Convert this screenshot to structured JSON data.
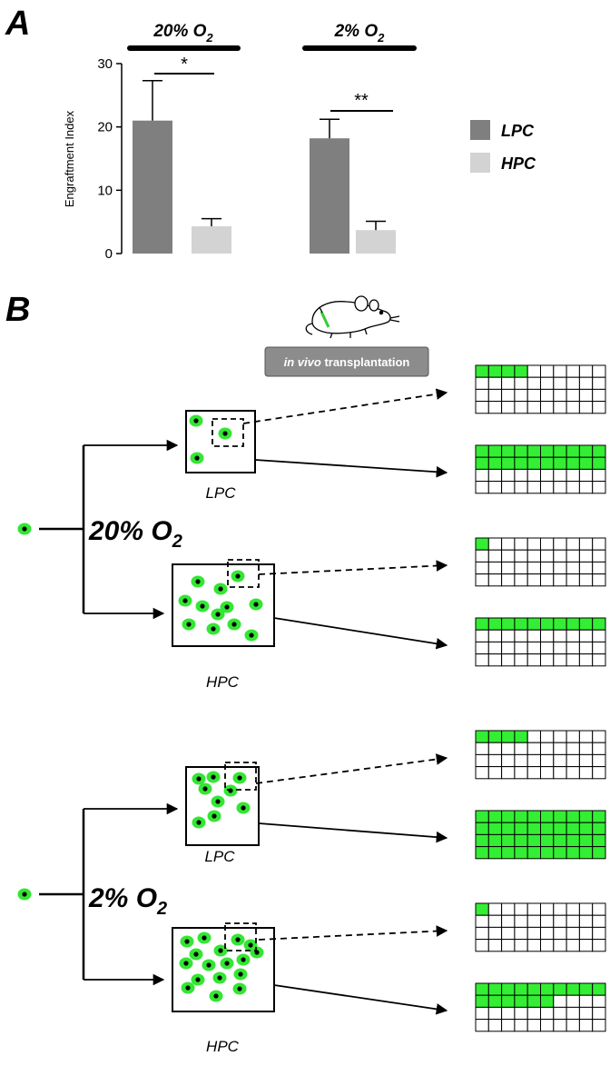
{
  "panels": {
    "a": "A",
    "b": "B"
  },
  "chart_data": {
    "type": "bar",
    "ylabel": "Engraftment Index",
    "ylim": [
      0,
      30
    ],
    "yticks": [
      0,
      10,
      20,
      30
    ],
    "groups": [
      {
        "label": "20% O",
        "subscript": "2",
        "significance": "*"
      },
      {
        "label": "2% O",
        "subscript": "2",
        "significance": "**"
      }
    ],
    "series": [
      {
        "name": "LPC",
        "color": "#7f7f7f",
        "values": [
          21.0,
          18.2
        ],
        "errors": [
          6.3,
          3.0
        ]
      },
      {
        "name": "HPC",
        "color": "#d3d3d3",
        "values": [
          4.3,
          3.7
        ],
        "errors": [
          1.2,
          1.4
        ]
      }
    ]
  },
  "diagram": {
    "transplant_prefix": "in vivo",
    "transplant_suffix": " transplantation",
    "colors": {
      "cell": "#33e633",
      "nucleus": "#000000",
      "grid_fill": "#33ee33",
      "grid_line": "#000000"
    },
    "conditions": [
      {
        "label": "20% O",
        "subscript": "2",
        "populations": [
          {
            "label": "LPC",
            "cell_count": 3,
            "grids": [
              {
                "filled": 4
              },
              {
                "filled": 20
              }
            ]
          },
          {
            "label": "HPC",
            "cell_count": 12,
            "grids": [
              {
                "filled": 1
              },
              {
                "filled": 10
              }
            ]
          }
        ]
      },
      {
        "label": "2% O",
        "subscript": "2",
        "populations": [
          {
            "label": "LPC",
            "cell_count": 9,
            "grids": [
              {
                "filled": 4
              },
              {
                "filled": 40
              }
            ]
          },
          {
            "label": "HPC",
            "cell_count": 17,
            "grids": [
              {
                "filled": 1
              },
              {
                "filled": 16
              }
            ]
          }
        ]
      }
    ]
  }
}
